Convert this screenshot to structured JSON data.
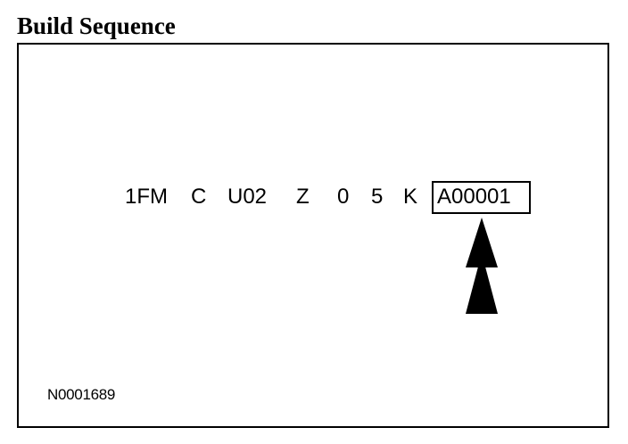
{
  "title": "Build Sequence",
  "vin_segments": [
    "1FM",
    "C",
    "U02",
    "Z",
    "0",
    "5",
    "K"
  ],
  "build_sequence_number": "A00001",
  "reference_code": "N0001689"
}
